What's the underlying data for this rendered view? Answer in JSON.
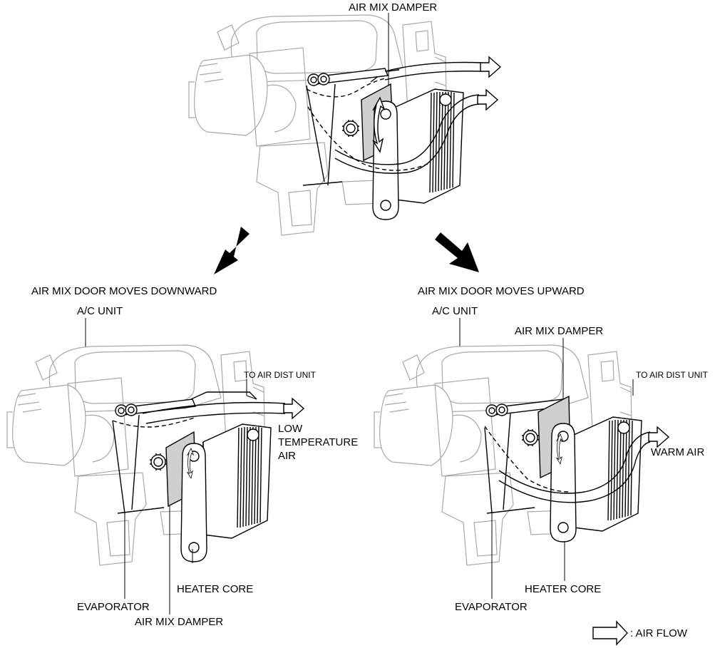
{
  "top": {
    "air_mix_damper": "AIR MIX DAMPER"
  },
  "left": {
    "heading": "AIR MIX DOOR MOVES DOWNWARD",
    "ac_unit": "A/C UNIT",
    "to_air_dist_unit": "TO AIR DIST UNIT",
    "low_temperature_air": [
      "LOW",
      "TEMPERATURE",
      "AIR"
    ],
    "heater_core": "HEATER CORE",
    "evaporator": "EVAPORATOR",
    "air_mix_damper": "AIR MIX DAMPER"
  },
  "right": {
    "heading": "AIR MIX DOOR MOVES UPWARD",
    "ac_unit": "A/C UNIT",
    "air_mix_damper": "AIR MIX DAMPER",
    "to_air_dist_unit": "TO AIR DIST UNIT",
    "warm_air": "WARM AIR",
    "heater_core": "HEATER CORE",
    "evaporator": "EVAPORATOR"
  },
  "legend": {
    "air_flow": ": AIR FLOW"
  }
}
